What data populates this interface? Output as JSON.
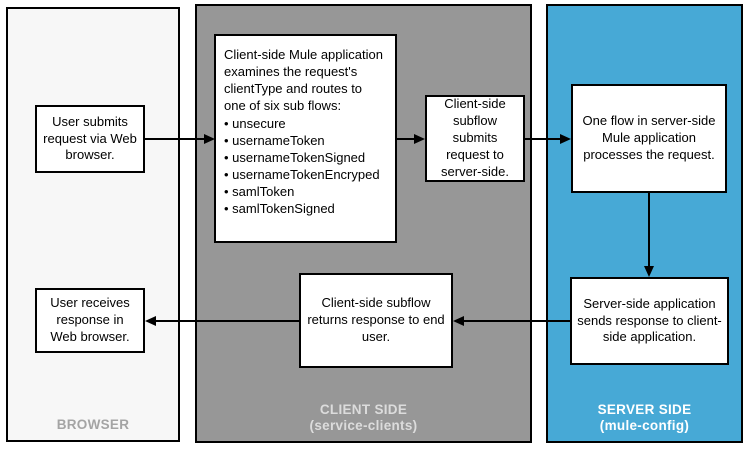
{
  "colors": {
    "browser_section_bg": "#f7f7f7",
    "client_section_bg": "#979797",
    "server_section_bg": "#47a9d6",
    "box_bg": "#ffffff",
    "border": "#000000",
    "browser_label": "#a4a4a4",
    "client_label": "#dcdcdc",
    "server_label": "#ffffff"
  },
  "sections": {
    "browser": {
      "label": "BROWSER",
      "sublabel": ""
    },
    "client": {
      "label": "CLIENT SIDE",
      "sublabel": "(service-clients)"
    },
    "server": {
      "label": "SERVER SIDE",
      "sublabel": "(mule-config)"
    }
  },
  "boxes": {
    "user_submits": {
      "text": "User submits request via Web browser."
    },
    "client_examines": {
      "text": "Client-side Mule application examines the request's clientType and routes to one of six sub flows:\n• unsecure\n• usernameToken\n• usernameTokenSigned\n• usernameTokenEncryped\n• samlToken\n• samlTokenSigned"
    },
    "subflow_submits": {
      "text": "Client-side subflow submits request to server-side."
    },
    "one_flow": {
      "text": "One flow in server-side Mule application processes the request."
    },
    "server_sends": {
      "text": "Server-side application sends response to client-side application."
    },
    "subflow_returns": {
      "text": "Client-side subflow returns response to end user."
    },
    "user_receives": {
      "text": "User receives response in Web browser."
    }
  }
}
